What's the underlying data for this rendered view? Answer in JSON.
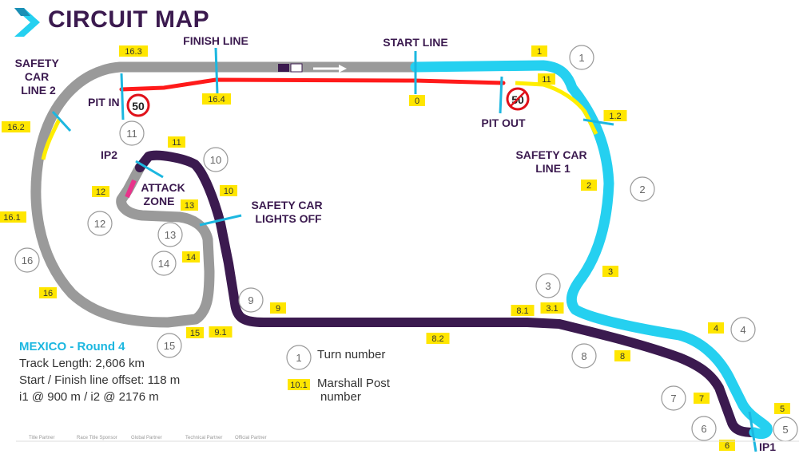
{
  "header": {
    "title": "CIRCUIT MAP"
  },
  "labels": {
    "finish_line": "FINISH LINE",
    "start_line": "START LINE",
    "pit_in": "PIT IN",
    "pit_out": "PIT OUT",
    "safety_car_line_2": [
      "SAFETY",
      "CAR",
      "LINE 2"
    ],
    "safety_car_line_1": [
      "SAFETY CAR",
      "LINE 1"
    ],
    "attack_zone": [
      "ATTACK",
      "ZONE"
    ],
    "ip2": "IP2",
    "ip1": "IP1",
    "safety_car_lights_off": [
      "SAFETY CAR",
      "LIGHTS OFF"
    ],
    "speed_limit": "50"
  },
  "turns": [
    "1",
    "2",
    "3",
    "4",
    "5",
    "6",
    "7",
    "8",
    "9",
    "10",
    "11",
    "12",
    "13",
    "14",
    "15",
    "16"
  ],
  "marshall_posts": [
    "0",
    "1",
    "1.2",
    "2",
    "3",
    "3.1",
    "4",
    "5",
    "6",
    "7",
    "8",
    "8.1",
    "8.2",
    "9",
    "9.1",
    "10",
    "11",
    "12",
    "13",
    "14",
    "15",
    "16",
    "16.1",
    "16.2",
    "16.3",
    "16.4",
    "11"
  ],
  "info": {
    "round": "MEXICO - Round 4",
    "track_length": "Track Length: 2,606 km",
    "offset": "Start / Finish line offset: 118 m",
    "intermediates": "i1 @ 900 m / i2 @ 2176 m"
  },
  "legend": {
    "turn_sample": "1",
    "turn_label": "Turn number",
    "post_sample": "10.1",
    "post_label": [
      "Marshall Post",
      "number"
    ]
  },
  "footer": [
    "Title Partner",
    "Race Title Sponsor",
    "Global Partner",
    "Technical Partner",
    "Official Partner"
  ],
  "colors": {
    "title": "#3b1a4f",
    "sector1": "#25d0f0",
    "sector2": "#3b1a4f",
    "sector3": "#9a9a9a",
    "pit_lane": "#ff1a1a",
    "safety_car_line": "#ffee00",
    "marshall_box": "#ffe600",
    "attack_zone": "#e8338b",
    "line_marker": "#1cb7e0"
  }
}
